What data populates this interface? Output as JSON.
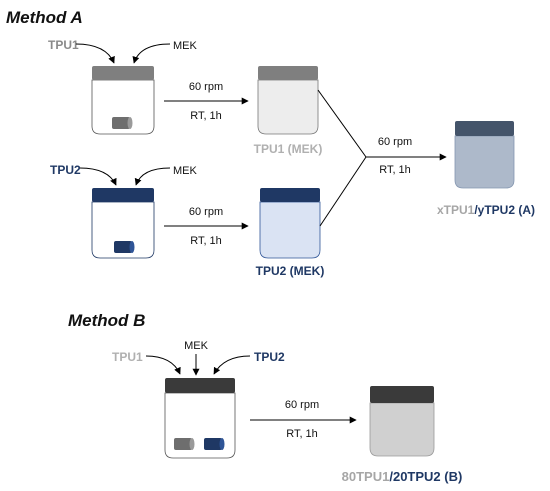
{
  "method_a": {
    "title": "Method  A",
    "tpu1": "TPU1",
    "mek_1": "MEK",
    "tpu2": "TPU2",
    "mek_2": "MEK",
    "step1_speed": "60 rpm",
    "step1_cond": "RT, 1h",
    "step2_speed": "60 rpm",
    "step2_cond": "RT, 1h",
    "step3_speed": "60 rpm",
    "step3_cond": "RT, 1h",
    "tpu1_solution": "TPU1 (MEK)",
    "tpu2_solution": "TPU2 (MEK)",
    "product_part1": "xTPU1",
    "product_sep": "/",
    "product_part2": "yTPU2",
    "product_suffix": " (A)"
  },
  "method_b": {
    "title": "Method  B",
    "tpu1": "TPU1",
    "mek": "MEK",
    "tpu2": "TPU2",
    "step_speed": "60 rpm",
    "step_cond": "RT, 1h",
    "product_part1": "80TPU1",
    "product_sep": "/",
    "product_part2": "20TPU2",
    "product_suffix": " (B)"
  },
  "colors": {
    "tpu1_gray": "#8a8a8a",
    "tpu1_light": "#b0b0b0",
    "tpu2_navy": "#1f3864",
    "lid_gray": "#7f7f7f",
    "lid_navy": "#1f3864",
    "lid_dark": "#3a3a3a",
    "lid_slate": "#44546a",
    "sol_tpu1": "#ededed",
    "sol_tpu2": "#dae3f3",
    "mix_a": "#adb9ca",
    "mix_b": "#d0d0d0"
  }
}
